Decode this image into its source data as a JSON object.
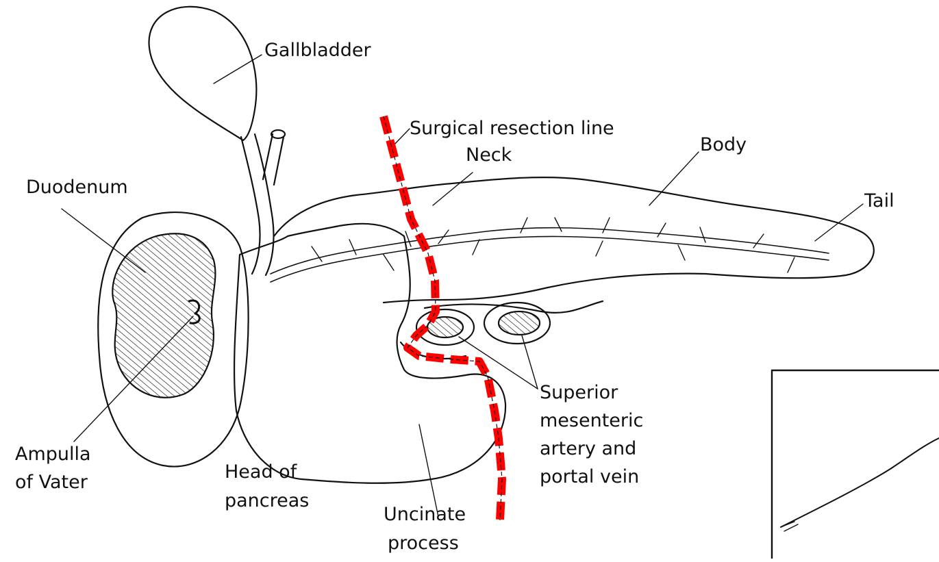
{
  "labels": {
    "gallbladder": "Gallbladder",
    "resection": "Surgical resection line",
    "neck": "Neck",
    "body": "Body",
    "duodenum": "Duodenum",
    "tail": "Tail",
    "vessels_1": "Superior",
    "vessels_2": "mesenteric",
    "vessels_3": "artery and",
    "vessels_4": "portal vein",
    "ampulla_1": "Ampulla",
    "ampulla_2": "of Vater",
    "head_1": "Head of",
    "head_2": "pancreas",
    "uncinate_1": "Uncinate",
    "uncinate_2": "process"
  },
  "colors": {
    "ink": "#111111",
    "resection_line": "#ff0000",
    "background": "#ffffff"
  }
}
